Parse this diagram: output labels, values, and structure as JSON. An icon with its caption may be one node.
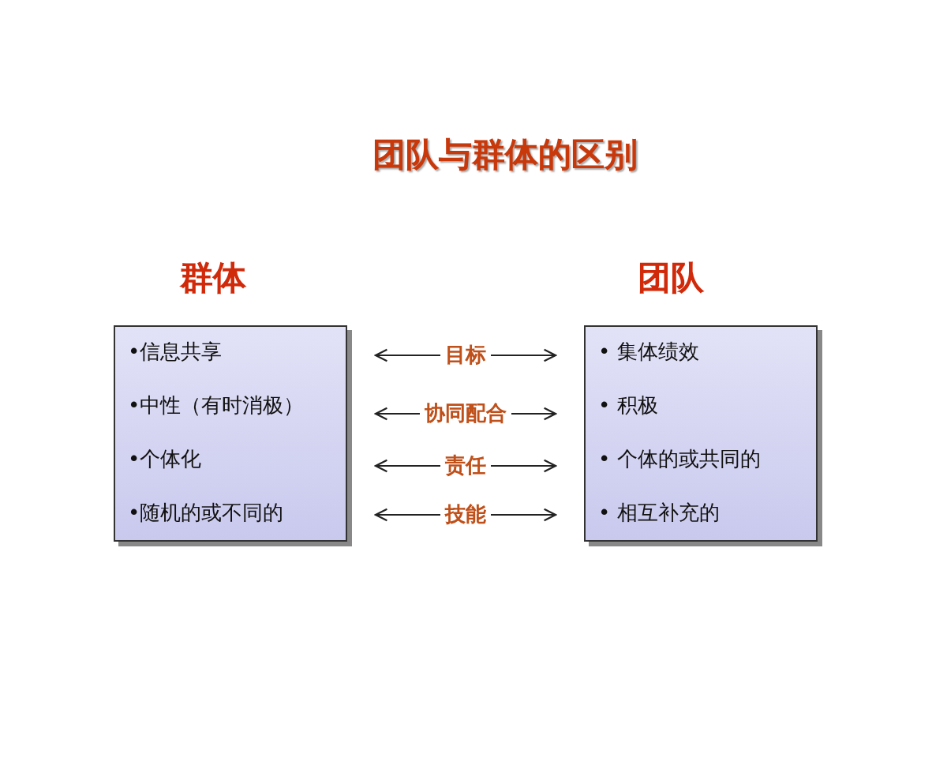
{
  "diagram": {
    "title": "团队与群体的区别",
    "nodes": [
      {
        "text": [
          "群体",
          "•信息共享",
          "•中性（有时消极）",
          "•个体化",
          "•随机的或不同的"
        ]
      },
      {
        "text": [
          "团队",
          "• 集体绩效",
          "• 积极",
          "• 个体的或共同的",
          "• 相互补充的"
        ]
      }
    ],
    "edges": [
      {
        "from": 0,
        "to": 1,
        "arrow": "both",
        "label": "目标"
      },
      {
        "from": 0,
        "to": 1,
        "arrow": "both",
        "label": "协同配合"
      },
      {
        "from": 0,
        "to": 1,
        "arrow": "both",
        "label": "责任"
      },
      {
        "from": 0,
        "to": 1,
        "arrow": "both",
        "label": "技能"
      }
    ]
  }
}
